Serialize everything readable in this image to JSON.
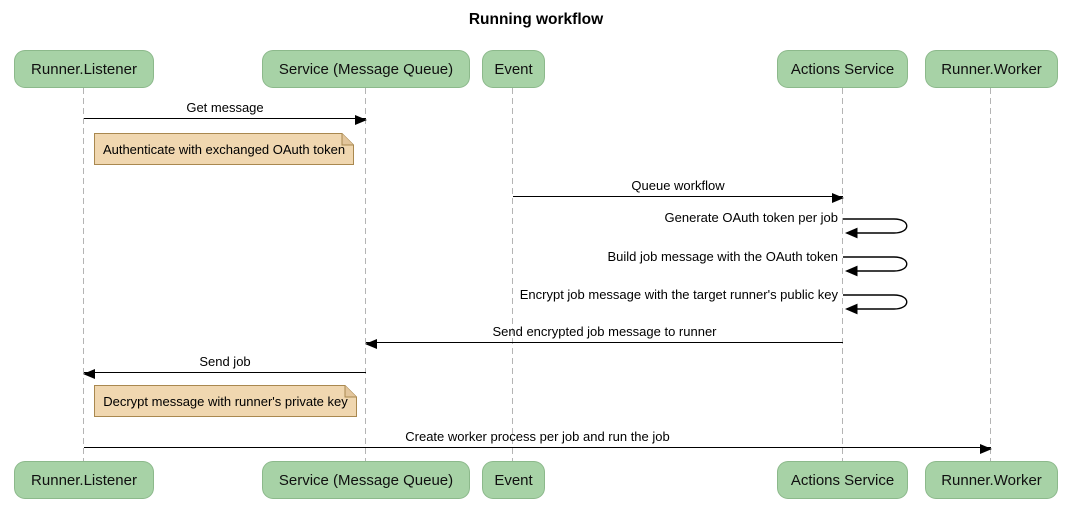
{
  "diagram": {
    "title": "Running workflow",
    "type": "sequence-diagram"
  },
  "colors": {
    "participant_fill": "#a7d2a6",
    "note_fill": "#f0d7b0",
    "note_border": "#a9884f",
    "lifeline": "#b4b4b4",
    "arrow": "#000000",
    "background": "#ffffff"
  },
  "participants": [
    {
      "name": "Runner.Listener"
    },
    {
      "name": "Service (Message Queue)"
    },
    {
      "name": "Event"
    },
    {
      "name": "Actions Service"
    },
    {
      "name": "Runner.Worker"
    }
  ],
  "messages": [
    {
      "from": "Runner.Listener",
      "to": "Service (Message Queue)",
      "label": "Get message",
      "type": "solid-arrow"
    },
    {
      "from": "Event",
      "to": "Actions Service",
      "label": "Queue workflow",
      "type": "solid-arrow"
    },
    {
      "from": "Actions Service",
      "to": "Actions Service",
      "label": "Generate OAuth token per job",
      "type": "self-loop"
    },
    {
      "from": "Actions Service",
      "to": "Actions Service",
      "label": "Build job message with the OAuth token",
      "type": "self-loop"
    },
    {
      "from": "Actions Service",
      "to": "Actions Service",
      "label": "Encrypt job message with the target runner's public key",
      "type": "self-loop"
    },
    {
      "from": "Actions Service",
      "to": "Service (Message Queue)",
      "label": "Send encrypted job message to runner",
      "type": "solid-arrow"
    },
    {
      "from": "Service (Message Queue)",
      "to": "Runner.Listener",
      "label": "Send job",
      "type": "solid-arrow"
    },
    {
      "from": "Runner.Listener",
      "to": "Runner.Worker",
      "label": "Create worker process per job and run the job",
      "type": "solid-arrow"
    }
  ],
  "notes": [
    {
      "over": "Runner.Listener",
      "text": "Authenticate with exchanged OAuth token"
    },
    {
      "over": "Runner.Listener",
      "text": "Decrypt message with runner's private key"
    }
  ]
}
